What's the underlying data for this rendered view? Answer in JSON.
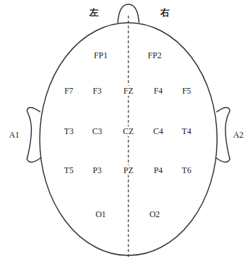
{
  "diagram": {
    "labels": [
      "左",
      "右",
      "FP1",
      "FP2",
      "F7",
      "F3",
      "FZ",
      "F4",
      "F5",
      "A1",
      "T3",
      "C3",
      "CZ",
      "C4",
      "T4",
      "A2",
      "T5",
      "P3",
      "PZ",
      "P4",
      "T6",
      "O1",
      "O2"
    ]
  }
}
